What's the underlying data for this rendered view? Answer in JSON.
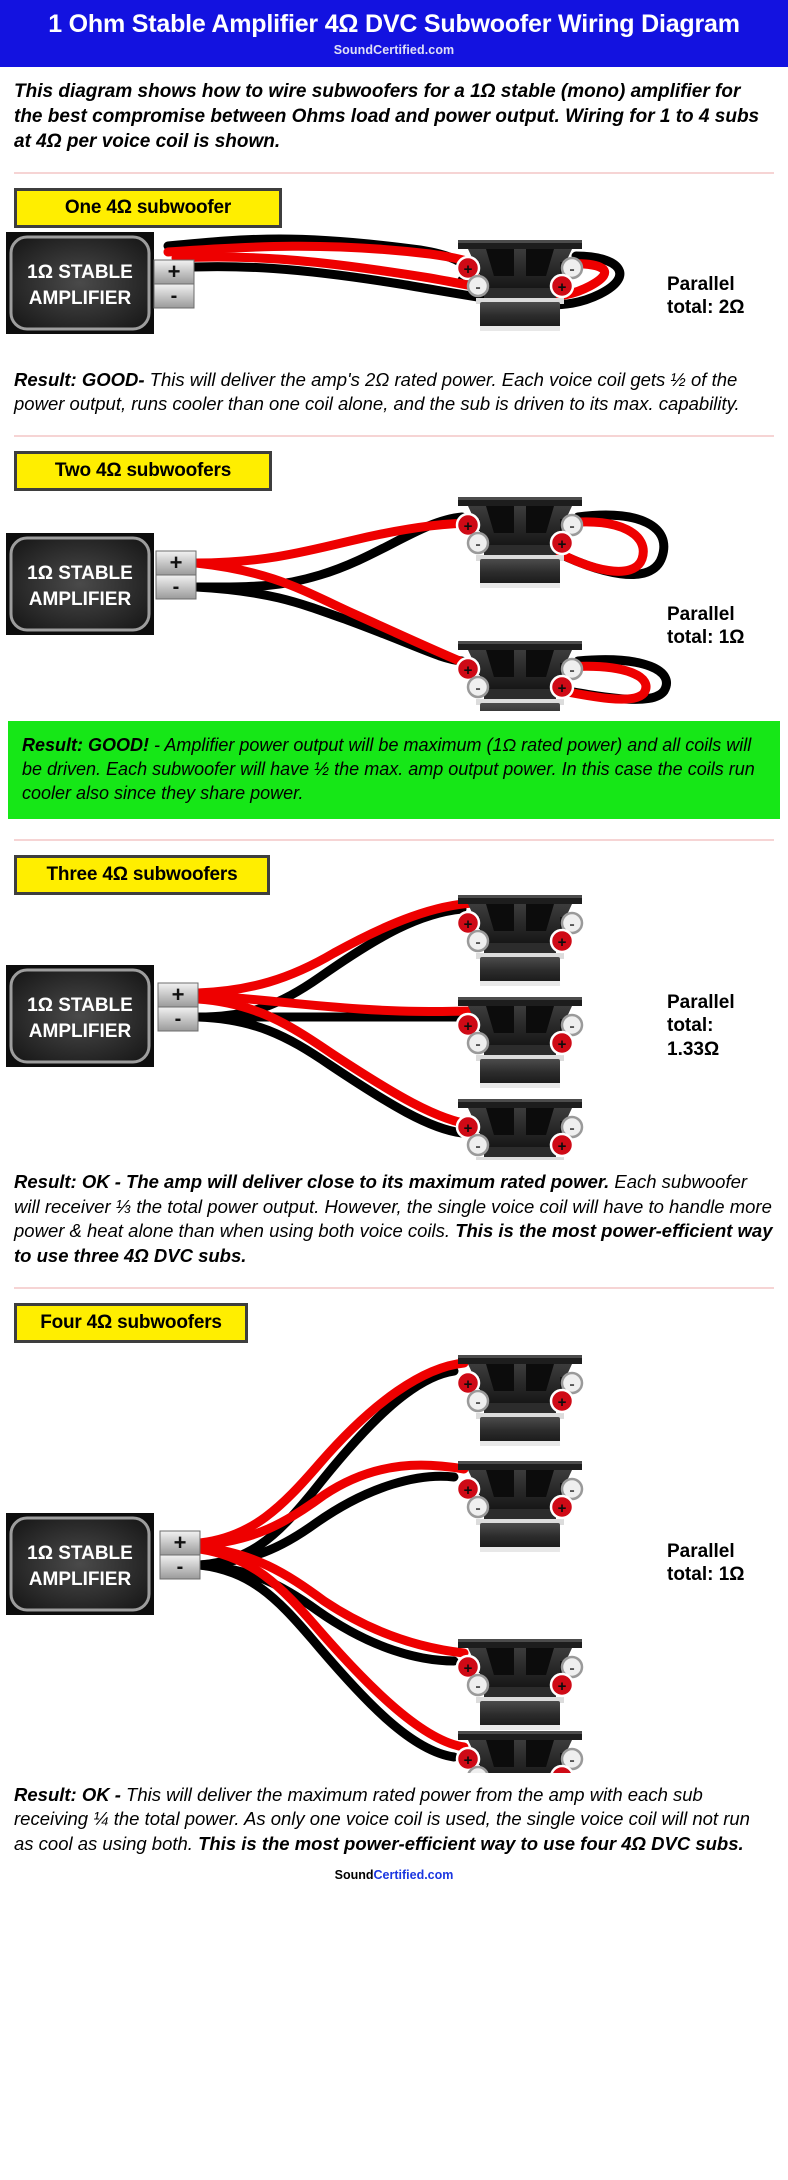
{
  "header": {
    "title": "1 Ohm Stable Amplifier 4Ω DVC Subwoofer Wiring Diagram",
    "brand": "SoundCertified.com",
    "bg_color": "#1312e0"
  },
  "intro": {
    "text": "This diagram shows how to wire subwoofers for a 1Ω stable (mono) amplifier for the best compromise between Ohms load and power output. Wiring for 1 to 4 subs at 4Ω per voice coil is shown."
  },
  "amplifier": {
    "line1": "1Ω STABLE",
    "line2": "AMPLIFIER",
    "terminal_positive": "+",
    "terminal_negative": "-"
  },
  "speaker": {
    "positive_marker": "+",
    "negative_marker": "-"
  },
  "colors": {
    "positive_wire": "#ee0000",
    "negative_wire": "#000000",
    "title_bar": "#1312e0",
    "section_label_bg": "#ffee00",
    "section_label_border": "#3e3e3e",
    "good_box_bg": "#16e717",
    "divider": "#f6d4d4"
  },
  "sections": [
    {
      "id": "one-sub",
      "label": "One 4Ω subwoofer",
      "sub_count": 1,
      "load_label": "Parallel\ntotal: 2Ω",
      "load_value": "2Ω",
      "result_strong": "Result: GOOD-",
      "result_text": " This will deliver the amp's 2Ω rated power. Each voice coil gets ½ of the power output, runs cooler than one coil alone, and the sub is driven to its max. capability.",
      "result_highlight": false
    },
    {
      "id": "two-subs",
      "label": "Two 4Ω subwoofers",
      "sub_count": 2,
      "load_label": "Parallel\ntotal: 1Ω",
      "load_value": "1Ω",
      "result_strong": "Result: GOOD!",
      "result_text": " - Amplifier power output will be maximum (1Ω rated power) and all coils will be driven. Each subwoofer will have ½ the max. amp output power. In this case the coils run cooler also since they share power.",
      "result_highlight": true
    },
    {
      "id": "three-subs",
      "label": "Three 4Ω subwoofers",
      "sub_count": 3,
      "load_label": "Parallel\ntotal:\n1.33Ω",
      "load_value": "1.33Ω",
      "result_strong": "Result: OK - The amp will deliver close to its maximum rated power.",
      "result_text": " Each subwoofer will receiver ⅓ the total power output. However, the single voice coil will have to handle more power & heat alone than when using both voice coils. ",
      "result_strong_tail": "This is the most power-efficient way to use three 4Ω DVC subs.",
      "result_highlight": false
    },
    {
      "id": "four-subs",
      "label": "Four 4Ω subwoofers",
      "sub_count": 4,
      "load_label": "Parallel\ntotal: 1Ω",
      "load_value": "1Ω",
      "result_strong": "Result: OK -",
      "result_text": " This will deliver the maximum rated power from the amp with each sub receiving ¼ the total power. As only one voice coil is used, the single voice coil will not run as cool as using both. ",
      "result_strong_tail": "This is the most power-efficient way to use four 4Ω DVC subs.",
      "result_highlight": false
    }
  ],
  "footer": {
    "brand_part1": "Sound",
    "brand_part2": "Certified.com"
  }
}
